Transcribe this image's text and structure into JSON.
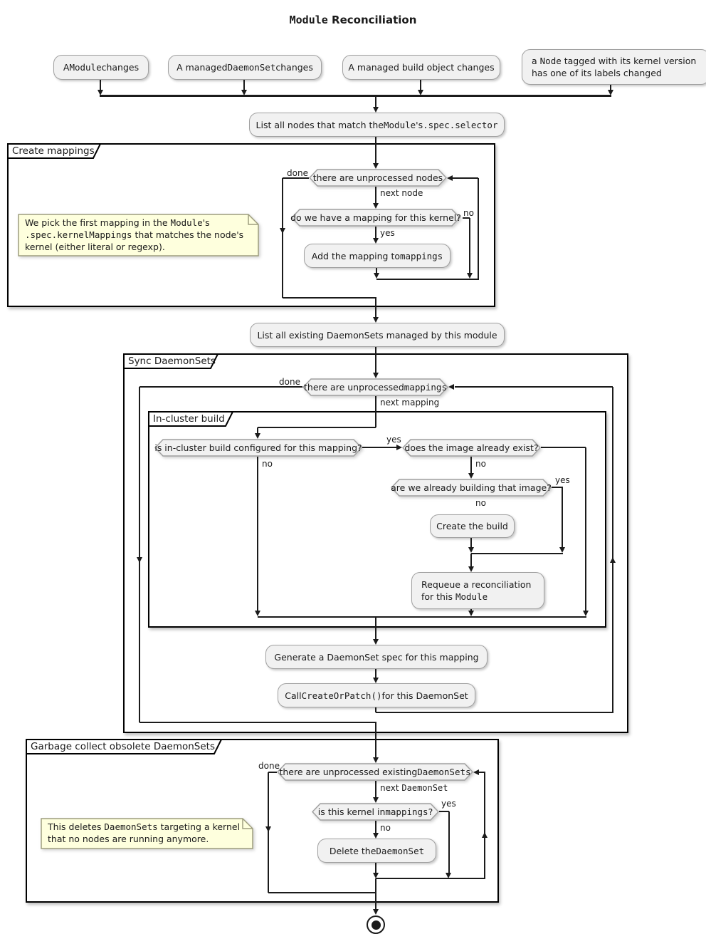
{
  "title": {
    "mono": "Module",
    "rest": " Reconciliation"
  },
  "start_events": {
    "module_changed": {
      "pre": "A ",
      "mono": "Module",
      "post": " changes"
    },
    "daemonset_changed": {
      "pre": "A managed ",
      "mono": "DaemonSet",
      "post": " changes"
    },
    "build_changed": {
      "text": "A managed build object changes"
    },
    "node_changed": {
      "pre": "a ",
      "mono": "Node",
      "post": " tagged with its kernel version",
      "line2": "has one of its labels changed"
    }
  },
  "activities": {
    "list_nodes": {
      "pre": "List all nodes that match the ",
      "mono1": "Module",
      "mid": "'s ",
      "mono2": ".spec.selector"
    },
    "add_mapping": {
      "pre": "Add the mapping to ",
      "mono": "mappings"
    },
    "list_daemonsets": {
      "text": "List all existing DaemonSets managed by this module"
    },
    "create_build": {
      "text": "Create the build"
    },
    "requeue": {
      "line1": "Requeue a reconciliation",
      "line2_pre": "for this ",
      "line2_mono": "Module"
    },
    "generate_spec": {
      "text": "Generate a DaemonSet spec for this mapping"
    },
    "call_createorpatch": {
      "pre": "Call ",
      "mono": "CreateOrPatch()",
      "post": " for this DaemonSet"
    },
    "delete_daemonset": {
      "pre": "Delete the ",
      "mono": "DaemonSet"
    }
  },
  "decisions": {
    "unprocessed_nodes": {
      "text": "there are unprocessed nodes"
    },
    "mapping_for_kernel": {
      "text": "do we have a mapping for this kernel?"
    },
    "unprocessed_mappings": {
      "pre": "there are unprocessed ",
      "mono": "mappings"
    },
    "incluster_configured": {
      "text": "is in-cluster build configured for this mapping?"
    },
    "image_exists": {
      "text": "does the image already exist?"
    },
    "already_building": {
      "text": "are we already building that image?"
    },
    "unprocessed_existing_ds": {
      "pre": "there are unprocessed existing ",
      "mono": "DaemonSets"
    },
    "kernel_in_mappings": {
      "pre": "is this kernel in ",
      "mono": "mappings",
      "post": "?"
    }
  },
  "partitions": {
    "create_mappings": "Create mappings",
    "sync_daemonsets": "Sync DaemonSets",
    "incluster_build": "In-cluster build",
    "garbage_collect": "Garbage collect obsolete DaemonSets"
  },
  "edge_labels": {
    "done": "done",
    "yes": "yes",
    "no": "no",
    "next_node": "next node",
    "next_mapping": "next mapping",
    "next_daemonset_pre": "next ",
    "next_daemonset_mono": "DaemonSet"
  },
  "notes": {
    "pick_mapping": {
      "l1_pre": "We pick the first mapping in the ",
      "l1_mono": "Module",
      "l1_post": "'s",
      "l2_mono": ".spec.kernelMappings",
      "l2_post": " that matches the node's",
      "l3": "kernel (either literal or regexp)."
    },
    "gc_note": {
      "l1_pre": "This deletes ",
      "l1_mono": "DaemonSets",
      "l1_post": " targeting a kernel",
      "l2": "that no nodes are running anymore."
    }
  },
  "colors": {
    "node_fill": "#F1F1F1",
    "node_border": "#A0A0A0",
    "note_fill": "#FEFFDD",
    "note_border": "#9E9E7E",
    "line": "#1B1B1B",
    "partition_border": "#000000"
  }
}
